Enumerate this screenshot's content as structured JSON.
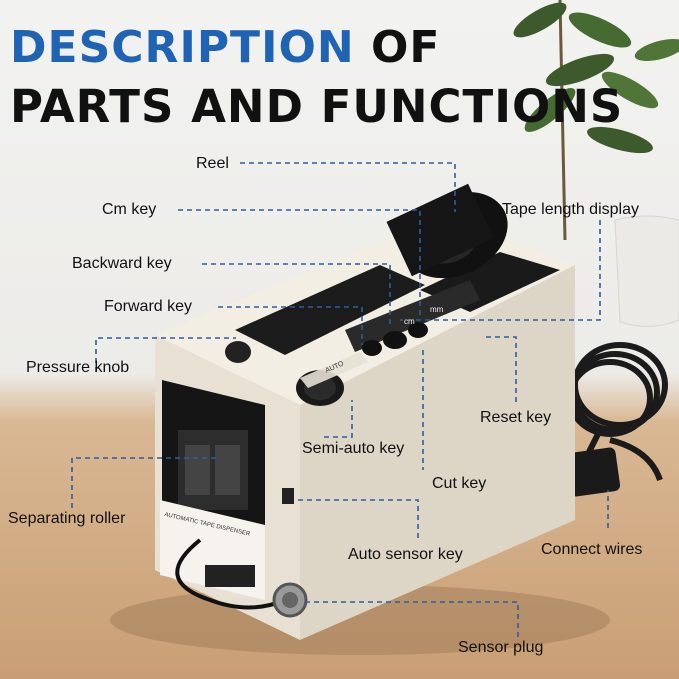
{
  "title": {
    "line1_highlight": "DESCRIPTION",
    "line1_rest": "OF",
    "line2": "PARTS AND FUNCTIONS"
  },
  "labels": {
    "reel": "Reel",
    "cm_key": "Cm key",
    "tape_length_display": "Tape length display",
    "backward_key": "Backward key",
    "forward_key": "Forward key",
    "pressure_knob": "Pressure knob",
    "reset_key": "Reset key",
    "semi_auto_key": "Semi-auto key",
    "cut_key": "Cut key",
    "separating_roller": "Separating roller",
    "connect_wires": "Connect wires",
    "auto_sensor_key": "Auto sensor key",
    "sensor_plug": "Sensor plug"
  },
  "device": {
    "panel_auto": "AUTO",
    "panel_cm": "cm",
    "panel_mm": "mm",
    "sticker_title": "AUTOMATIC TAPE DISPENSER"
  },
  "colors": {
    "title_highlight": "#1f64b4",
    "title_text": "#111111",
    "leader_line": "#2a5f9e",
    "device_body": "#ece6da"
  }
}
